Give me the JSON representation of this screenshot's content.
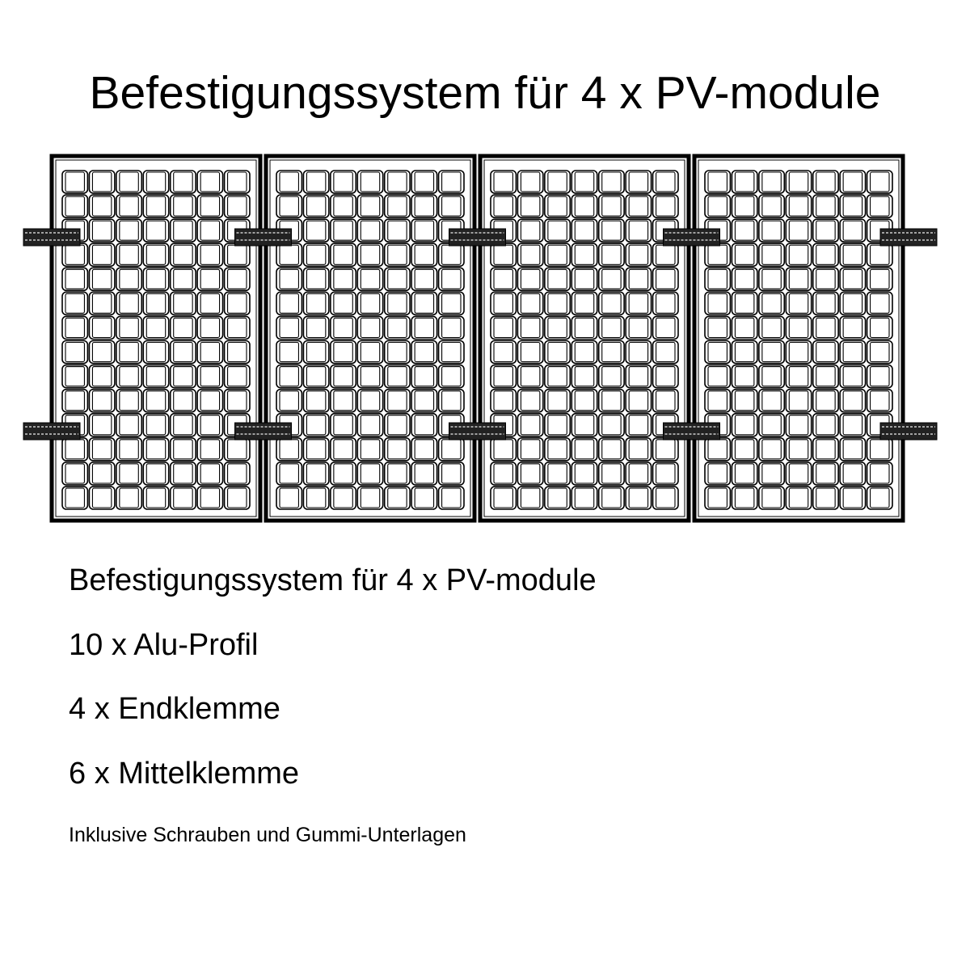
{
  "title": "Befestigungssystem für 4 x PV-module",
  "diagram": {
    "panel_count": 4,
    "cell_columns": 7,
    "cell_rows": 14,
    "clamp_rows": 2,
    "clamp_count_per_row": 5,
    "line_color": "#000000"
  },
  "contents": [
    "Befestigungssystem für 4 x PV-module",
    "10 x Alu-Profil",
    "4 x Endklemme",
    "6 x Mittelklemme"
  ],
  "note": "Inklusive Schrauben und Gummi-Unterlagen"
}
